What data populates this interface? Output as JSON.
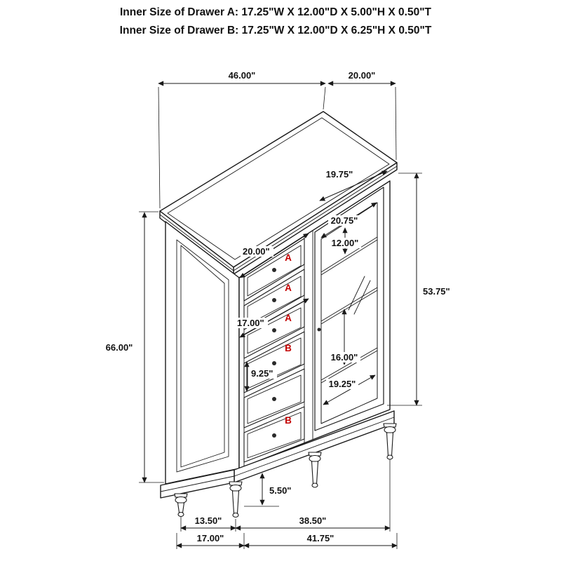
{
  "header": {
    "drawer_a": "Inner Size of Drawer A: 17.25\"W X 12.00\"D X 5.00\"H X 0.50\"T",
    "drawer_b": "Inner Size of Drawer B: 17.25\"W X 12.00\"D X 6.25\"H X 0.50\"T"
  },
  "dimensions": {
    "top_width": "46.00\"",
    "top_depth": "20.00\"",
    "height_total": "66.00\"",
    "height_right": "53.75\"",
    "door_width_top": "19.75\"",
    "glass_width_top": "20.75\"",
    "shelf_space_top": "12.00\"",
    "shelf_space_bottom": "16.00\"",
    "glass_width_bottom": "19.25\"",
    "drawer_width_top": "20.00\"",
    "drawer_width_inner": "17.00\"",
    "drawer_height_b": "9.25\"",
    "leg_height": "5.50\"",
    "leg_spacing_side": "13.50\"",
    "leg_spacing_front": "38.50\"",
    "depth_total": "17.00\"",
    "width_total": "41.75\""
  },
  "drawer_labels": [
    "A",
    "A",
    "A",
    "B",
    "B"
  ],
  "colors": {
    "drawer_label": "#c40000",
    "line": "#1a1a1a"
  }
}
